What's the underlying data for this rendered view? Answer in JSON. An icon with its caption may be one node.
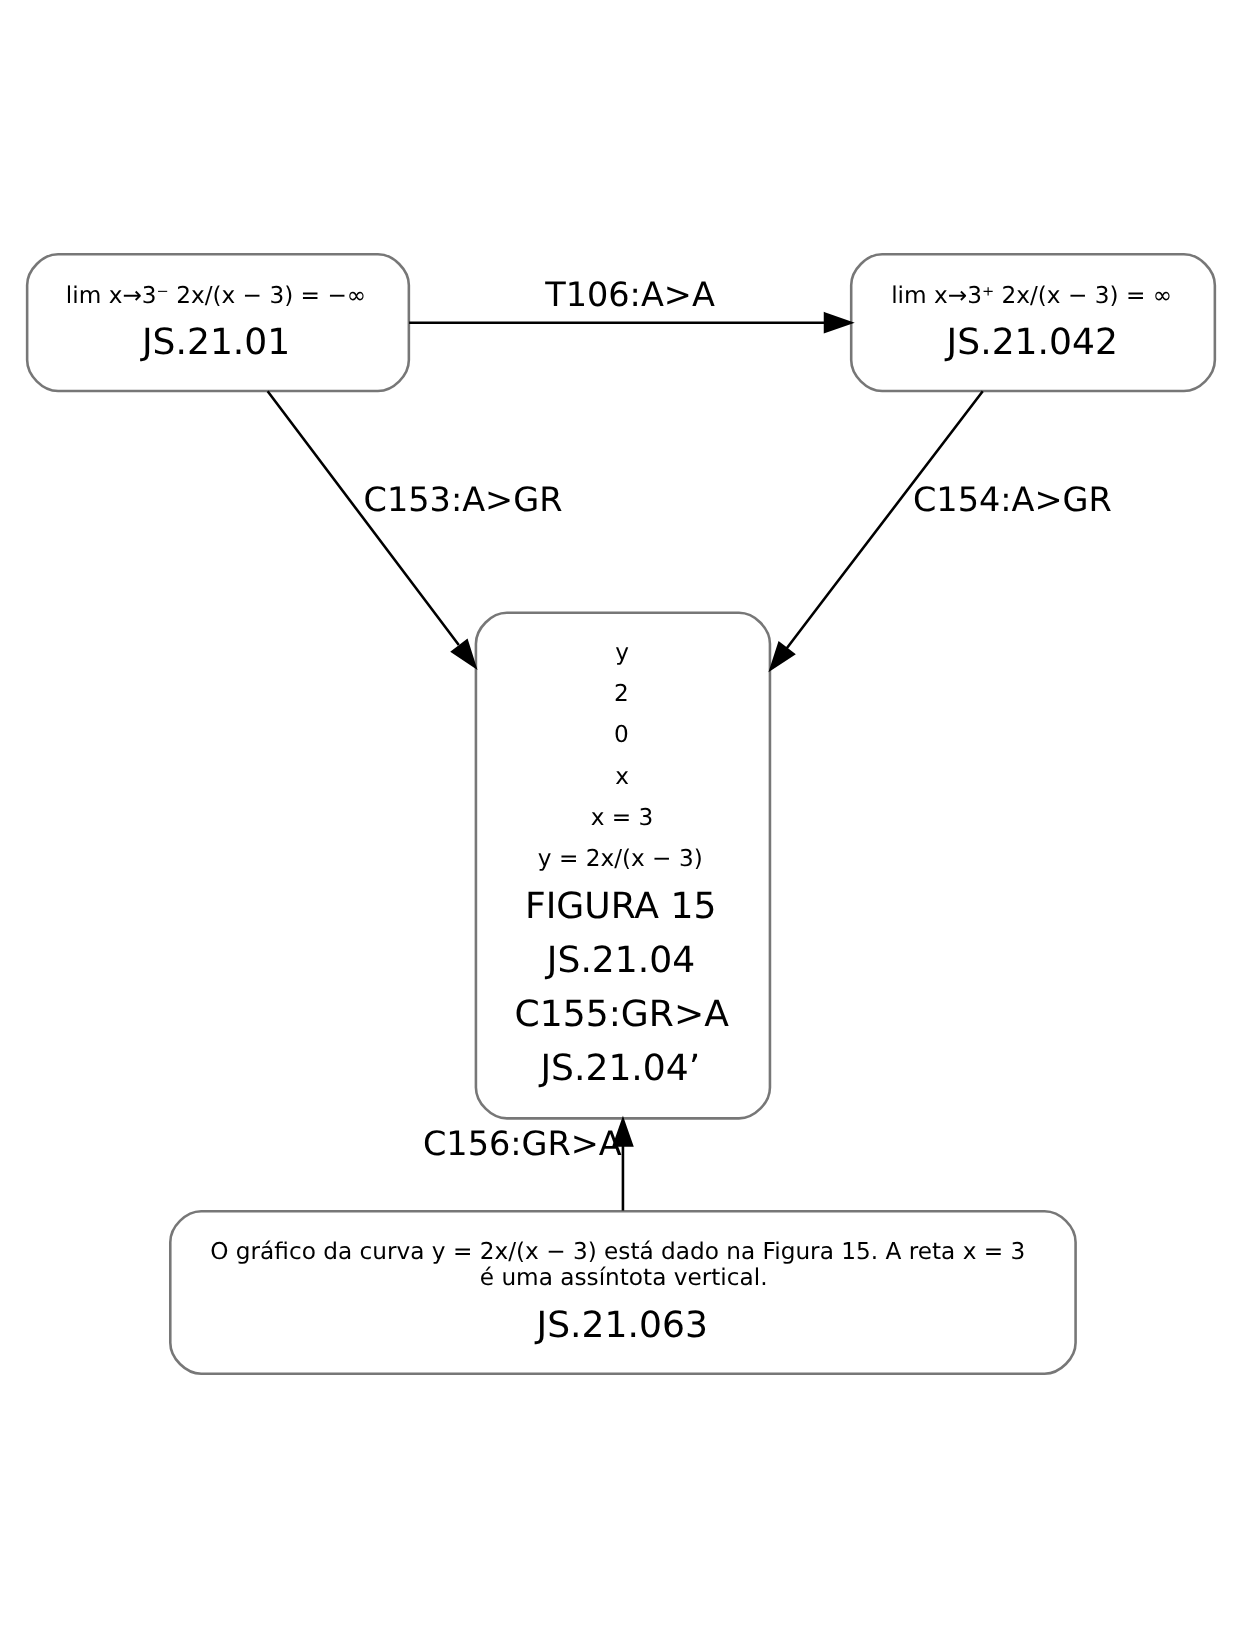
{
  "diagram": {
    "nodes": [
      {
        "text": [
          "lim x→3⁻ 2x/(x − 3) = −∞",
          "JS.21.01"
        ]
      },
      {
        "text": [
          "lim x→3⁺ 2x/(x − 3) = ∞",
          "JS.21.042"
        ]
      },
      {
        "text": [
          "y",
          "2",
          "0",
          "x",
          "x = 3",
          "y = 2x/(x − 3)",
          "FIGURA 15",
          "JS.21.04",
          "C155:GR>A",
          "JS.21.04’"
        ]
      },
      {
        "text": [
          "O gráfico da curva y = 2x/(x − 3) está dado na Figura 15. A reta x = 3 é uma assíntota vertical.",
          "JS.21.063"
        ]
      }
    ],
    "edges": [
      {
        "from": 0,
        "to": 1,
        "arrow": "to",
        "label": "T106:A>A"
      },
      {
        "from": 0,
        "to": 2,
        "arrow": "to",
        "label": "C153:A>GR"
      },
      {
        "from": 1,
        "to": 2,
        "arrow": "to",
        "label": "C154:A>GR"
      },
      {
        "from": 3,
        "to": 2,
        "arrow": "to",
        "label": "C156:GR>A"
      }
    ]
  }
}
